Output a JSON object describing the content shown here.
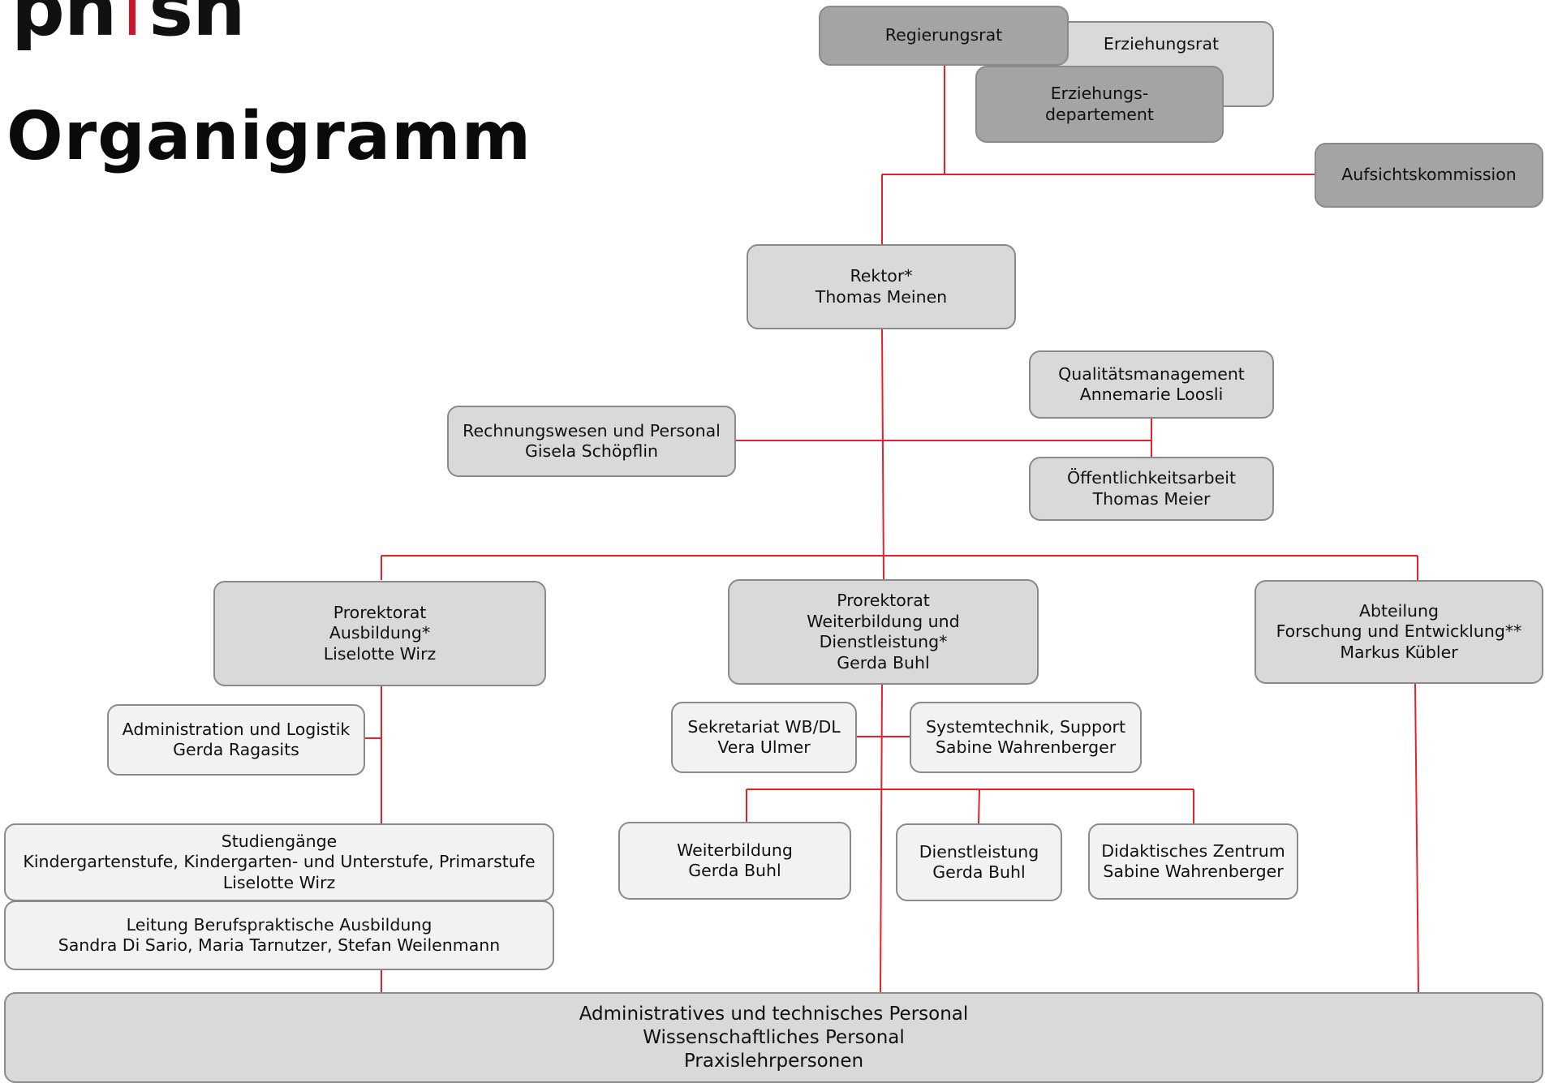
{
  "logo": {
    "left": "ph",
    "right": "sh"
  },
  "title": "Organigramm",
  "nodes": {
    "erziehungsrat": [
      "Erziehungsrat"
    ],
    "regierungsrat": [
      "Regierungsrat"
    ],
    "erziehungsdepartement": [
      "Erziehungs-",
      "departement"
    ],
    "aufsichtskommission": [
      "Aufsichtskommission"
    ],
    "rektor": [
      "Rektor*",
      "Thomas Meinen"
    ],
    "qualitaet": [
      "Qualitätsmanagement",
      "Annemarie Loosli"
    ],
    "rechnungswesen": [
      "Rechnungswesen und Personal",
      "Gisela Schöpflin"
    ],
    "oeffentlichkeit": [
      "Öffentlichkeitsarbeit",
      "Thomas Meier"
    ],
    "prorektorat_ausbildung": [
      "Prorektorat",
      "Ausbildung*",
      "Liselotte Wirz"
    ],
    "prorektorat_weiterbildung": [
      "Prorektorat",
      "Weiterbildung und",
      "Dienstleistung*",
      "Gerda Buhl"
    ],
    "abteilung_forschung": [
      "Abteilung",
      "Forschung und Entwicklung**",
      "Markus Kübler"
    ],
    "administration": [
      "Administration und Logistik",
      "Gerda Ragasits"
    ],
    "sekretariat": [
      "Sekretariat WB/DL",
      "Vera Ulmer"
    ],
    "systemtechnik": [
      "Systemtechnik, Support",
      "Sabine Wahrenberger"
    ],
    "studiengaenge": [
      "Studiengänge",
      "Kindergartenstufe, Kindergarten- und Unterstufe, Primarstufe",
      "Liselotte Wirz"
    ],
    "weiterbildung": [
      "Weiterbildung",
      "Gerda Buhl"
    ],
    "dienstleistung": [
      "Dienstleistung",
      "Gerda Buhl"
    ],
    "didaktisches_zentrum": [
      "Didaktisches Zentrum",
      "Sabine Wahrenberger"
    ],
    "berufspraktische": [
      "Leitung Berufspraktische Ausbildung",
      "Sandra Di Sario, Maria Tarnutzer, Stefan Weilenmann"
    ],
    "personal": [
      "Administratives und technisches Personal",
      "Wissenschaftliches Personal",
      "Praxislehrpersonen"
    ]
  },
  "colors": {
    "connector": "#e8202a",
    "dark_box": "#a4a4a4",
    "mid_box": "#d9d9d9",
    "light_box": "#f2f2f2",
    "logo_separator": "#d0142c"
  }
}
